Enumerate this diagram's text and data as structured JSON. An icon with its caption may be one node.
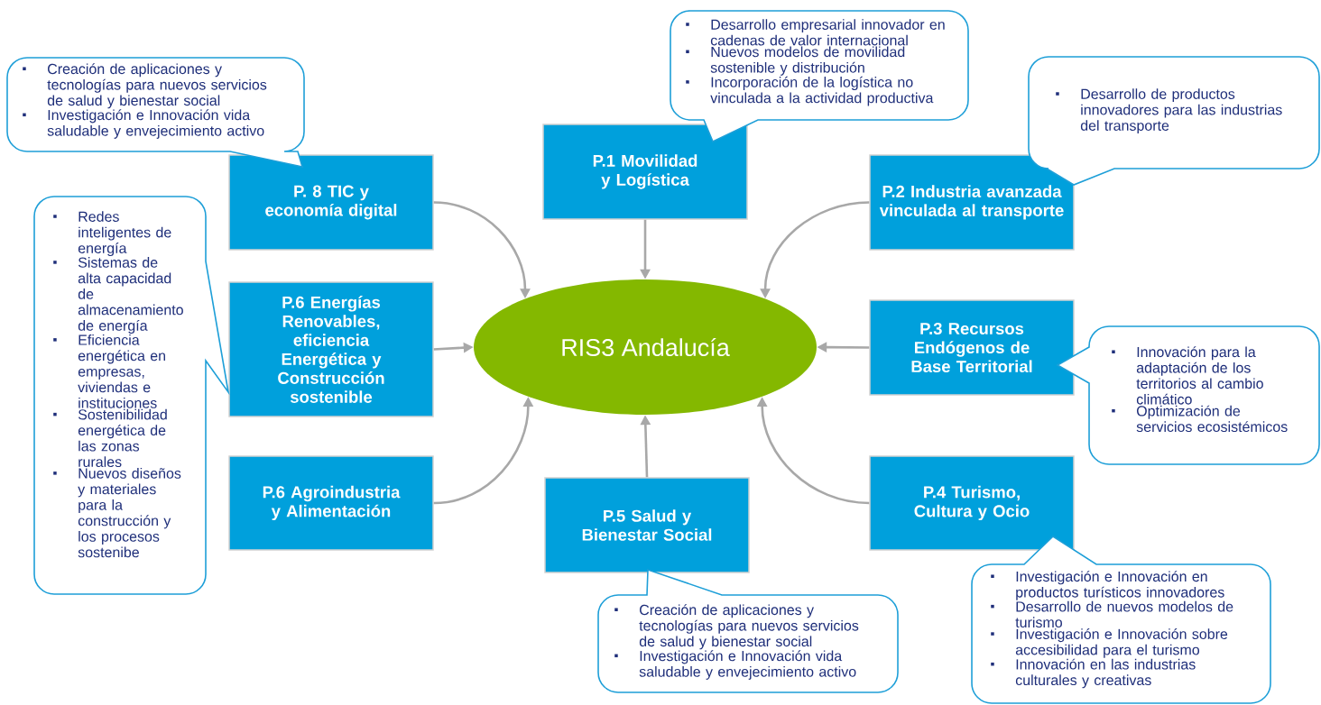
{
  "diagram": {
    "nodes": [
      {
        "text": [
          "RIS3 Andalucía"
        ]
      },
      {
        "text": [
          "P.1 Movilidad y Logística"
        ]
      },
      {
        "text": [
          "P.2 Industria avanzada vinculada al transporte"
        ]
      },
      {
        "text": [
          "P.3 Recursos Endógenos de Base Territorial"
        ]
      },
      {
        "text": [
          "P.4 Turismo, Cultura y Ocio"
        ]
      },
      {
        "text": [
          "P.5 Salud y Bienestar Social"
        ]
      },
      {
        "text": [
          "P.6 Agroindustria y Alimentación"
        ]
      },
      {
        "text": [
          "P.6 Energías Renovables, eficiencia Energética y Construcción sostenible"
        ]
      },
      {
        "text": [
          "P. 8 TIC y economía digital"
        ]
      },
      {
        "text": [
          "Creación de aplicaciones y tecnologías para nuevos servicios de salud y bienestar social",
          "Investigación e Innovación vida saludable y envejecimiento activo"
        ]
      },
      {
        "text": [
          "Desarrollo empresarial innovador en cadenas de valor internacional",
          "Nuevos modelos de movilidad sostenible y distribución",
          "Incorporación de la logística no vinculada a la actividad productiva"
        ]
      },
      {
        "text": [
          "Desarrollo de productos innovadores para las industrias del transporte"
        ]
      },
      {
        "text": [
          "Redes inteligentes de energía",
          "Sistemas de alta capacidad de almacenamiento de energía",
          "Eficiencia energética en empresas, viviendas e instituciones",
          "Sostenibilidad energética de las zonas rurales",
          "Nuevos diseños y materiales para la construcción y los procesos sostenibe"
        ]
      },
      {
        "text": [
          "Innovación para la adaptación de los territorios al cambio climático",
          "Optimización de servicios ecosistémicos"
        ]
      },
      {
        "text": [
          "Creación de aplicaciones y tecnologías para nuevos servicios de salud y bienestar social",
          "Investigación e Innovación vida saludable y envejecimiento activo"
        ]
      },
      {
        "text": [
          "Investigación e Innovación en productos turísticos innovadores",
          "Desarrollo de nuevos modelos de turismo",
          "Investigación e Innovación sobre accesibilidad para el turismo",
          "Innovación en las industrias culturales y creativas"
        ]
      }
    ],
    "edges": [
      {
        "from": 1,
        "to": 0,
        "arrow": "to"
      },
      {
        "from": 2,
        "to": 0,
        "arrow": "to"
      },
      {
        "from": 3,
        "to": 0,
        "arrow": "to"
      },
      {
        "from": 4,
        "to": 0,
        "arrow": "to"
      },
      {
        "from": 5,
        "to": 0,
        "arrow": "to"
      },
      {
        "from": 6,
        "to": 0,
        "arrow": "to"
      },
      {
        "from": 7,
        "to": 0,
        "arrow": "to"
      },
      {
        "from": 8,
        "to": 0,
        "arrow": "to"
      }
    ]
  }
}
